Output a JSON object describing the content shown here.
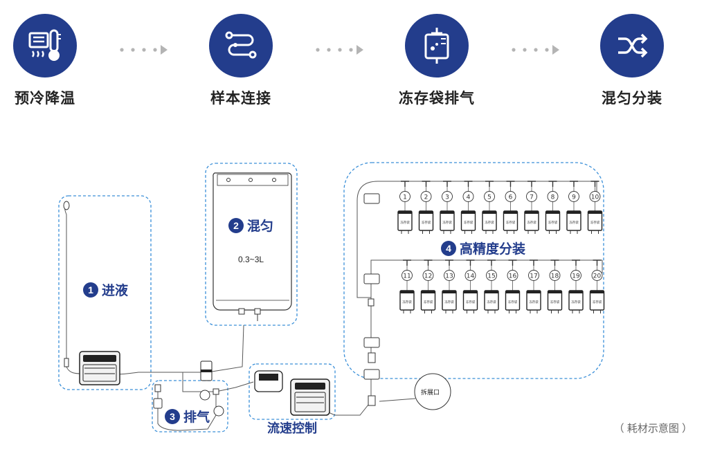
{
  "steps": [
    {
      "label": "预冷降温",
      "icon": "thermometer-icon"
    },
    {
      "label": "样本连接",
      "icon": "connection-icon"
    },
    {
      "label": "冻存袋排气",
      "icon": "bag-exhaust-icon"
    },
    {
      "label": "混匀分装",
      "icon": "shuffle-icon"
    }
  ],
  "regions": {
    "inlet": {
      "number": "1",
      "label": "进液"
    },
    "mixing": {
      "number": "2",
      "label": "混匀",
      "volume": "0.3~3L"
    },
    "exhaust": {
      "number": "3",
      "label": "排气"
    },
    "dispense": {
      "number": "4",
      "label": "高精度分装"
    },
    "flow_control": {
      "label": "流速控制"
    }
  },
  "bag_rows": {
    "top": [
      "1",
      "2",
      "3",
      "4",
      "5",
      "6",
      "7",
      "8",
      "9",
      "10"
    ],
    "bottom": [
      "11",
      "12",
      "13",
      "14",
      "15",
      "16",
      "17",
      "18",
      "19",
      "20"
    ],
    "bag_text": "冻存袋"
  },
  "port_label": "拆展口",
  "caption": "（ 耗材示意图 ）",
  "colors": {
    "brand": "#233d8c",
    "dash": "#3a8fd8",
    "line": "#555555"
  }
}
